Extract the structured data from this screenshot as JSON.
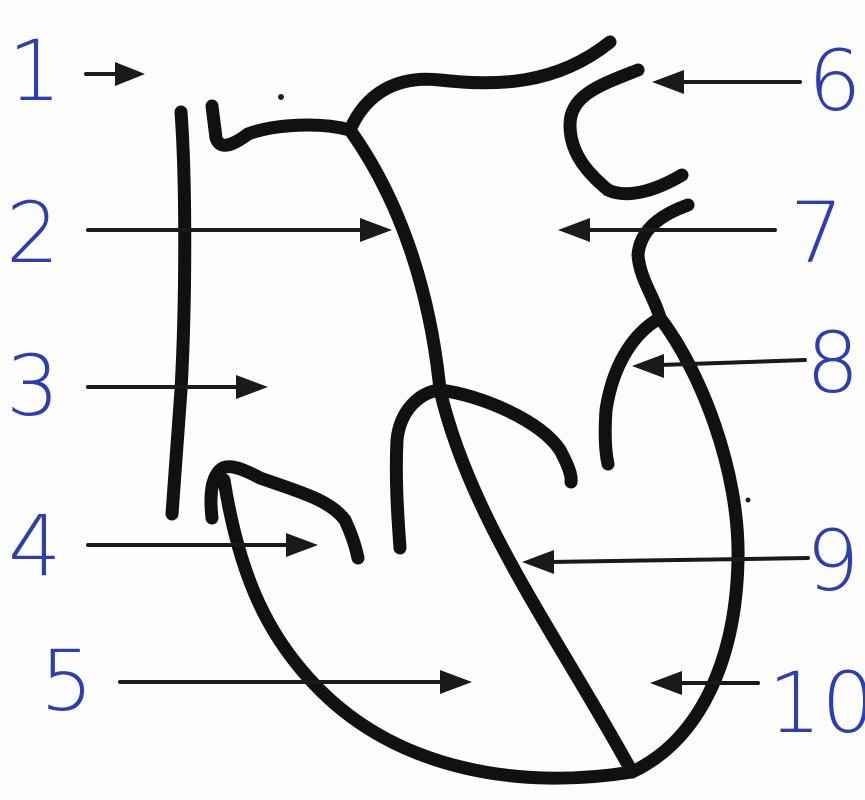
{
  "diagram": {
    "ink_color": "#111111",
    "label_color": "#2b3fb0",
    "labels": [
      {
        "text": "1"
      },
      {
        "text": "2"
      },
      {
        "text": "3"
      },
      {
        "text": "4"
      },
      {
        "text": "5"
      },
      {
        "text": "6"
      },
      {
        "text": "7"
      },
      {
        "text": "8"
      },
      {
        "text": "9"
      },
      {
        "text": "10"
      }
    ]
  }
}
